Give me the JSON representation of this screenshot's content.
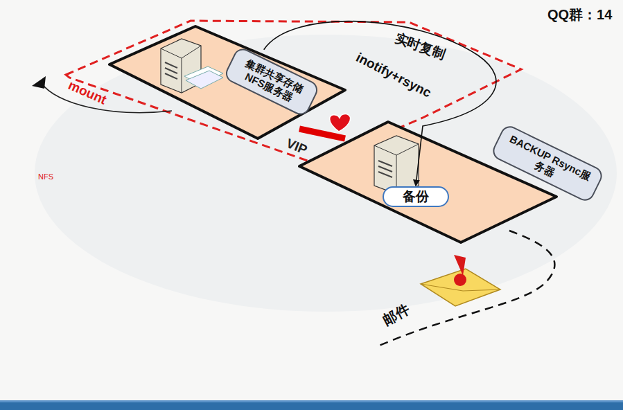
{
  "diagram": {
    "nodes": [
      {
        "text": [
          "集群共享存储 NFS服务器"
        ]
      },
      {
        "text": [
          "备份"
        ]
      },
      {
        "text": [
          "BACKUP Rsync服务器"
        ]
      }
    ],
    "edges": [
      {
        "from": 0,
        "to": 1,
        "arrow": "to",
        "label": "inotify+rsync"
      }
    ],
    "labels": [
      "QQ群：14",
      "实时复制",
      "mount",
      "VIP",
      "NFS",
      "邮件"
    ]
  }
}
